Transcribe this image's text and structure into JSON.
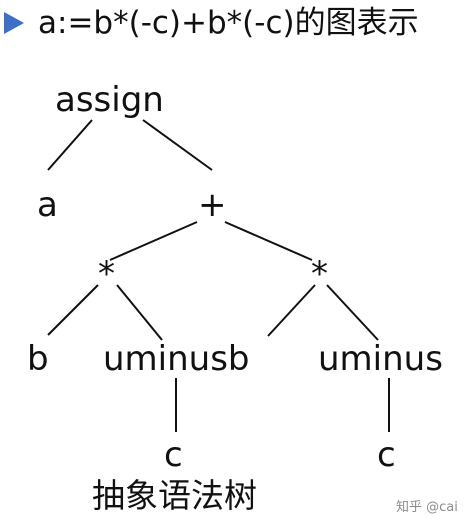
{
  "heading": {
    "text": "a:=b*(-c)+b*(-c)的图表示",
    "bullet_icon": "triangle-bullet-icon",
    "bullet_color": "#3f6fc2"
  },
  "tree": {
    "nodes": [
      {
        "id": "assign",
        "label": "assign"
      },
      {
        "id": "a",
        "label": "a"
      },
      {
        "id": "plus",
        "label": "+"
      },
      {
        "id": "mul-left",
        "label": "*"
      },
      {
        "id": "mul-right",
        "label": "*"
      },
      {
        "id": "b",
        "label": "b"
      },
      {
        "id": "uminusb",
        "label": "uminusb"
      },
      {
        "id": "uminus",
        "label": "uminus"
      },
      {
        "id": "c-left",
        "label": "c"
      },
      {
        "id": "c-right",
        "label": "c"
      }
    ],
    "edges": [
      [
        "assign",
        "a"
      ],
      [
        "assign",
        "plus"
      ],
      [
        "plus",
        "mul-left"
      ],
      [
        "plus",
        "mul-right"
      ],
      [
        "mul-left",
        "b"
      ],
      [
        "mul-left",
        "uminusb"
      ],
      [
        "mul-right",
        "uminus"
      ],
      [
        "mul-right",
        "uminus"
      ],
      [
        "uminusb",
        "c-left"
      ],
      [
        "uminus",
        "c-right"
      ]
    ]
  },
  "caption": "抽象语法树",
  "watermark": "知乎 @cai"
}
